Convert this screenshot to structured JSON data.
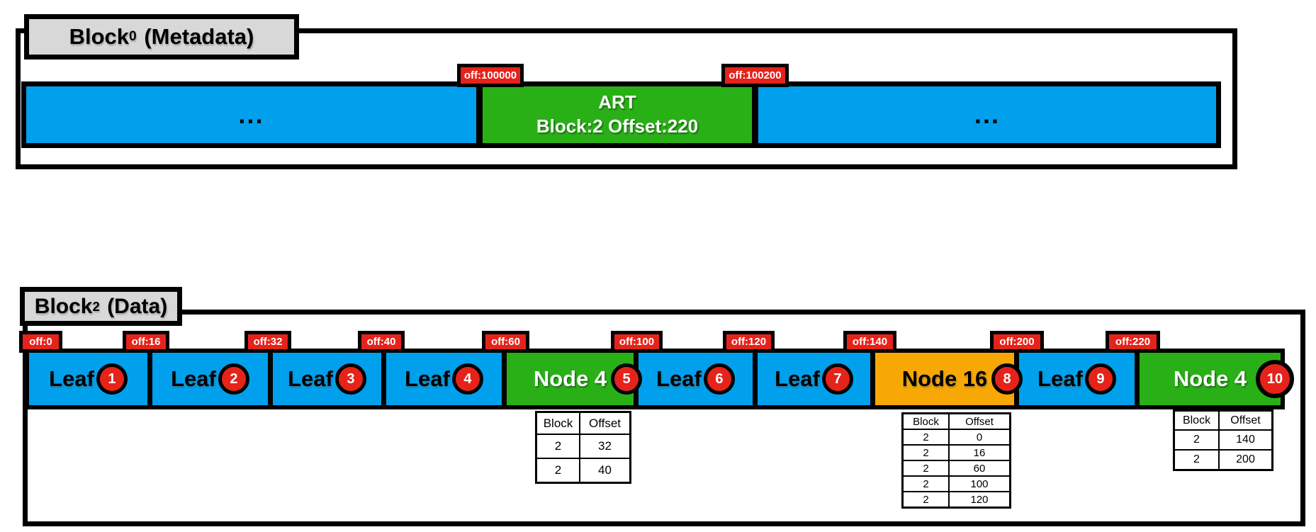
{
  "top_block": {
    "label": {
      "name": "Block",
      "sub": "0",
      "suffix": "(Metadata)"
    },
    "offsets": [
      "off:100000",
      "off:100200"
    ],
    "segments": {
      "left_dots": "...",
      "art_line1": "ART",
      "art_line2": "Block:2 Offset:220",
      "right_dots": "..."
    }
  },
  "bottom_block": {
    "label": {
      "name": "Block",
      "sub": "2",
      "suffix": "(Data)"
    },
    "offset_labels": [
      "off:0",
      "off:16",
      "off:32",
      "off:40",
      "off:60",
      "off:100",
      "off:120",
      "off:140",
      "off:200",
      "off:220"
    ],
    "segments": [
      {
        "label": "Leaf",
        "badge": "1",
        "type": "leaf"
      },
      {
        "label": "Leaf",
        "badge": "2",
        "type": "leaf"
      },
      {
        "label": "Leaf",
        "badge": "3",
        "type": "leaf"
      },
      {
        "label": "Leaf",
        "badge": "4",
        "type": "leaf"
      },
      {
        "label": "Node 4",
        "badge": "5",
        "type": "node4"
      },
      {
        "label": "Leaf",
        "badge": "6",
        "type": "leaf"
      },
      {
        "label": "Leaf",
        "badge": "7",
        "type": "leaf"
      },
      {
        "label": "Node 16",
        "badge": "8",
        "type": "node16"
      },
      {
        "label": "Leaf",
        "badge": "9",
        "type": "leaf"
      },
      {
        "label": "Node 4",
        "badge": "10",
        "type": "node4"
      }
    ],
    "tables": [
      {
        "attached_to": "Node 4 (5)",
        "headers": [
          "Block",
          "Offset"
        ],
        "rows": [
          [
            "2",
            "32"
          ],
          [
            "2",
            "40"
          ]
        ]
      },
      {
        "attached_to": "Node 16 (8)",
        "headers": [
          "Block",
          "Offset"
        ],
        "rows": [
          [
            "2",
            "0"
          ],
          [
            "2",
            "16"
          ],
          [
            "2",
            "60"
          ],
          [
            "2",
            "100"
          ],
          [
            "2",
            "120"
          ]
        ]
      },
      {
        "attached_to": "Node 4 (10)",
        "headers": [
          "Block",
          "Offset"
        ],
        "rows": [
          [
            "2",
            "140"
          ],
          [
            "2",
            "200"
          ]
        ]
      }
    ]
  },
  "colors": {
    "leaf_blue": "#00a0ec",
    "node4_green": "#2ab017",
    "node16_orange": "#f7a805",
    "offset_red": "#e5231b",
    "label_gray": "#d8d8d8",
    "border_black": "#000000"
  }
}
